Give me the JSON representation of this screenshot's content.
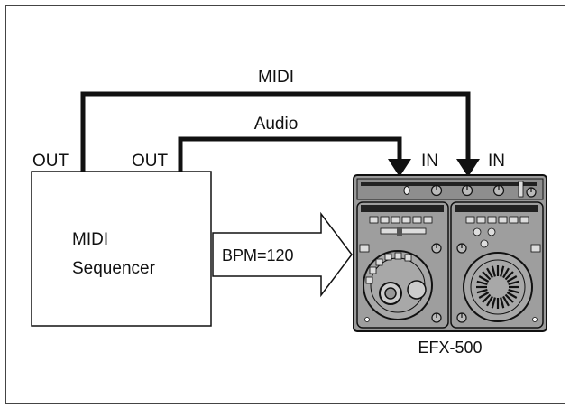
{
  "diagram": {
    "connections": {
      "midi": {
        "label": "MIDI"
      },
      "audio": {
        "label": "Audio"
      }
    },
    "ports": {
      "sequencer_midi_out": "OUT",
      "sequencer_audio_out": "OUT",
      "device_audio_in": "IN",
      "device_midi_in": "IN"
    },
    "sequencer": {
      "line1": "MIDI",
      "line2": "Sequencer"
    },
    "tempo_arrow": {
      "label": "BPM=120"
    },
    "device": {
      "name": "EFX-500"
    }
  },
  "colors": {
    "line": "#111111",
    "device_body": "#9a9a9a",
    "device_panel": "#8e8e8e",
    "device_dark": "#1a1a1a",
    "background": "#ffffff"
  }
}
